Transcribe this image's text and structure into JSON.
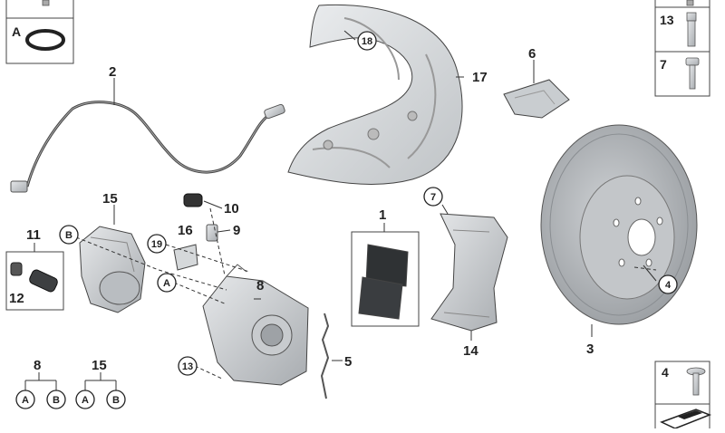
{
  "labels": {
    "p1": "1",
    "p2": "2",
    "p3": "3",
    "p4": "4",
    "p5": "5",
    "p6": "6",
    "p7": "7",
    "p8": "8",
    "p9": "9",
    "p10": "10",
    "p11": "11",
    "p12": "12",
    "p13": "13",
    "p14": "14",
    "p15": "15",
    "p16": "16",
    "p17": "17",
    "p18": "18",
    "p19": "19",
    "A": "A",
    "B": "B"
  },
  "inset_boxes": {
    "top_right": [
      "13",
      "7"
    ],
    "bottom_right": "4",
    "top_left": "A"
  },
  "groups": [
    {
      "number": "8",
      "members": [
        "A",
        "B"
      ]
    },
    {
      "number": "15",
      "members": [
        "A",
        "B"
      ]
    }
  ]
}
